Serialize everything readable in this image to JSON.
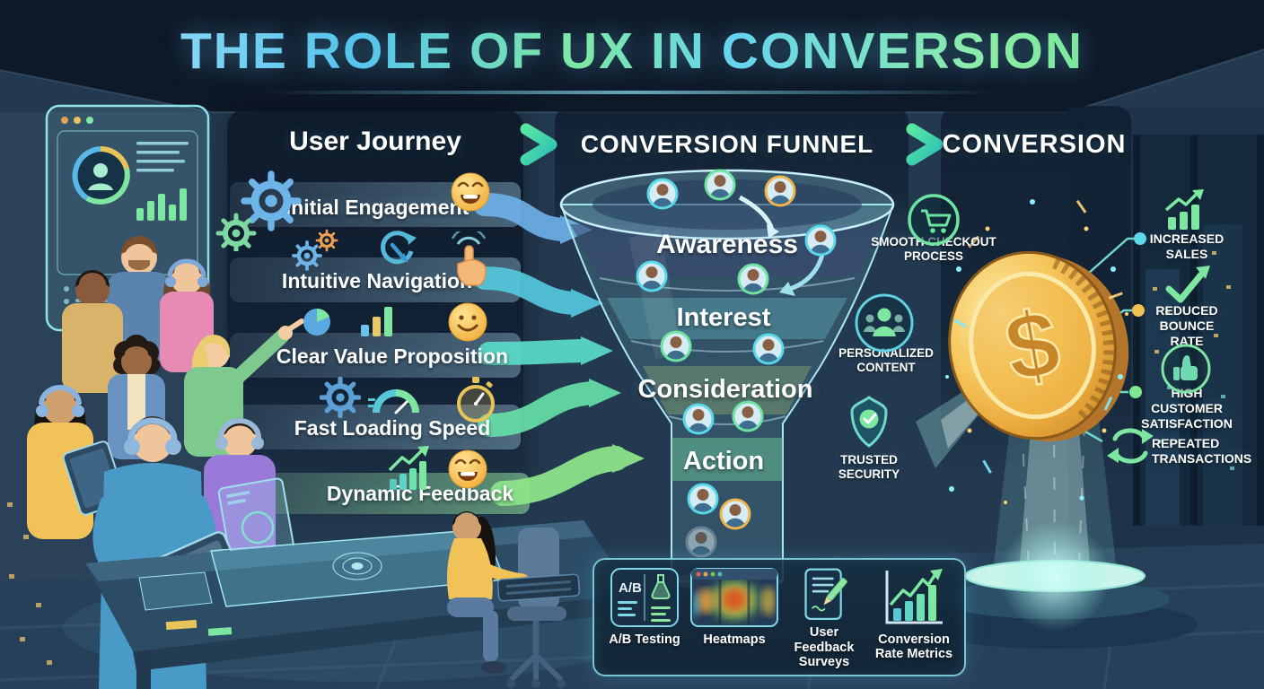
{
  "title": "THE ROLE OF UX IN CONVERSION",
  "palette": {
    "background": "#1b2d44",
    "accent_cyan": "#5fd9e8",
    "accent_green": "#7de6a0",
    "coin_gold": "#eaa93f",
    "title_gradient": [
      "#9fdcf5",
      "#56c3ee",
      "#7ee9a4",
      "#5fdc8e"
    ],
    "arrow_colors": [
      "#6db0e8",
      "#54c8de",
      "#5bdcc8",
      "#66dfa8",
      "#8fe88a"
    ]
  },
  "journey": {
    "header": "User Journey",
    "items": [
      {
        "label": "Initial Engagement",
        "icon": "gears-icon"
      },
      {
        "label": "Intuitive Navigation",
        "icon": "cursor-click-icon"
      },
      {
        "label": "Clear Value Proposition",
        "icon": "pie-bar-chart-icon"
      },
      {
        "label": "Fast Loading Speed",
        "icon": "speedometer-icon"
      },
      {
        "label": "Dynamic Feedback",
        "icon": "growth-chart-icon"
      }
    ]
  },
  "funnel": {
    "header": "CONVERSION FUNNEL",
    "stages": [
      {
        "label": "Awareness"
      },
      {
        "label": "Interest"
      },
      {
        "label": "Consideration"
      },
      {
        "label": "Action"
      }
    ]
  },
  "supports": [
    {
      "label": "SMOOTH CHECKOUT\nPROCESS",
      "icon": "cart-icon"
    },
    {
      "label": "PERSONALIZED\nCONTENT",
      "icon": "users-icon"
    },
    {
      "label": "TRUSTED\nSECURITY",
      "icon": "shield-check-icon"
    }
  ],
  "conversion": {
    "header": "CONVERSION",
    "coin_symbol": "$",
    "outcomes": [
      {
        "label": "INCREASED\nSALES",
        "icon": "rising-bars-icon"
      },
      {
        "label": "REDUCED\nBOUNCE RATE",
        "icon": "check-arrow-icon"
      },
      {
        "label": "HIGH CUSTOMER\nSATISFACTION",
        "icon": "thumbs-up-icon"
      },
      {
        "label": "REPEATED\nTRANSACTIONS",
        "icon": "repeat-arrows-icon"
      }
    ]
  },
  "tools": {
    "items": [
      {
        "label": "A/B Testing",
        "badge": "A/B",
        "icon": "ab-test-flask-icon"
      },
      {
        "label": "Heatmaps",
        "icon": "heatmap-icon"
      },
      {
        "label": "User Feedback\nSurveys",
        "icon": "survey-pencil-icon"
      },
      {
        "label": "Conversion\nRate Metrics",
        "icon": "metrics-arrow-icon"
      }
    ]
  }
}
